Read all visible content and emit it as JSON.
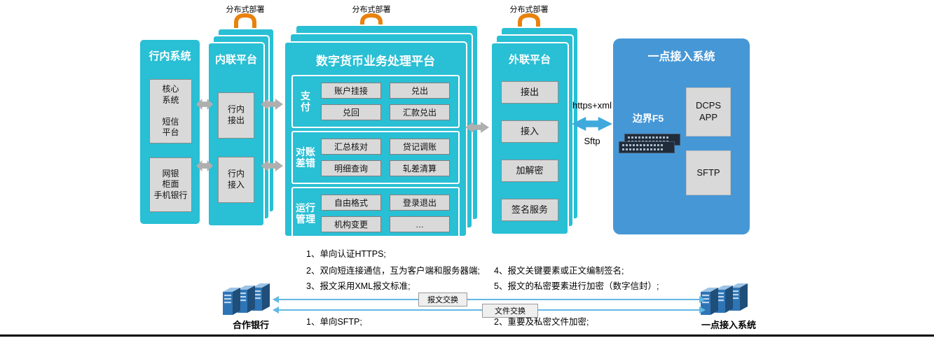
{
  "deploy": {
    "label": "分布式部署"
  },
  "bank_system": {
    "title": "行内系统",
    "core_box": "核心\n系统\n\n短信\n平台",
    "channel_box": "网银\n柜面\n手机银行"
  },
  "inner_platform": {
    "title": "内联平台",
    "out_box": "行内\n接出",
    "in_box": "行内\n接入"
  },
  "dcep_platform": {
    "title": "数字货币业务处理平台",
    "groups": [
      {
        "label": "支\n付",
        "items": [
          "账户挂接",
          "兑出",
          "兑回",
          "汇款兑出"
        ]
      },
      {
        "label": "对账\n差错",
        "items": [
          "汇总核对",
          "贷记调账",
          "明细查询",
          "轧差清算"
        ]
      },
      {
        "label": "运行\n管理",
        "items": [
          "自由格式",
          "登录退出",
          "机构变更",
          "…"
        ]
      }
    ]
  },
  "outer_platform": {
    "title": "外联平台",
    "items": [
      "接出",
      "接入",
      "加解密",
      "签名服务"
    ]
  },
  "access_system": {
    "title": "一点接入系统",
    "f5_label": "边界F5",
    "dcps_box": "DCPS\nAPP",
    "sftp_box": "SFTP"
  },
  "link_labels": {
    "https": "https+xml",
    "sftp": "Sftp"
  },
  "bottom": {
    "left_server": "合作银行",
    "right_server": "一点接入系统",
    "msg_exchange": "报文交换",
    "file_exchange": "文件交换",
    "notes": {
      "n1": "1、单向认证HTTPS;",
      "n2": "2、双向短连接通信，互为客户端和服务器端;",
      "n3": "3、报文采用XML报文标准;",
      "n4": "4、报文关键要素或正文编制签名;",
      "n5": "5、报文的私密要素进行加密（数字信封）;",
      "n6": "1、单向SFTP;",
      "n7": "2、重要及私密文件加密;"
    }
  },
  "colors": {
    "cyan": "#29BFD4",
    "blue_panel": "#4697D6",
    "gray_box": "#D9D9D9",
    "orange": "#E8820C",
    "arrow_gray": "#AFAFAF",
    "arrow_blue": "#3FA9DC"
  }
}
